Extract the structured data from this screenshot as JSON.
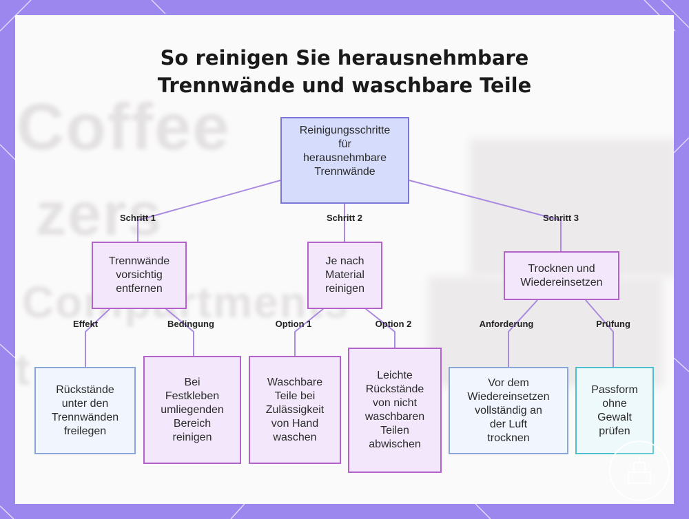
{
  "title_line1": "So reinigen Sie herausnehmbare",
  "title_line2": "Trennwände und waschbare Teile",
  "background_words": [
    "Coffee",
    "zers",
    "Compartments",
    "t"
  ],
  "colors": {
    "frame": "#9b87ee",
    "root_fill": "#d6dcfb",
    "root_border": "#7b76d8",
    "step_fill": "#f3e8fb",
    "step_border": "#b262c9",
    "edge": "#a98ae0",
    "leaf_cyan_border": "#4cc0cf",
    "leaf_blue_border": "#8aa6d6"
  },
  "root": {
    "label": "Reinigungsschritte\nfür\nherausnehmbare\nTrennwände"
  },
  "steps": [
    {
      "edge_label": "Schritt 1",
      "label": "Trennwände\nvorsichtig\nentfernen"
    },
    {
      "edge_label": "Schritt 2",
      "label": "Je nach\nMaterial\nreinigen"
    },
    {
      "edge_label": "Schritt 3",
      "label": "Trocknen und\nWiedereinsetzen"
    }
  ],
  "leaves": [
    {
      "edge_label": "Effekt",
      "label": "Rückstände\nunter den\nTrennwänden\nfreilegen"
    },
    {
      "edge_label": "Bedingung",
      "label": "Bei\nFestkleben\numliegenden\nBereich\nreinigen"
    },
    {
      "edge_label": "Option 1",
      "label": "Waschbare\nTeile bei\nZulässigkeit\nvon Hand\nwaschen"
    },
    {
      "edge_label": "Option 2",
      "label": "Leichte\nRückstände\nvon nicht\nwaschbaren\nTeilen\nabwischen"
    },
    {
      "edge_label": "Anforderung",
      "label": "Vor dem\nWiedereinsetzen\nvollständig an\nder Luft\ntrocknen"
    },
    {
      "edge_label": "Prüfung",
      "label": "Passform\nohne\nGewalt\nprüfen"
    }
  ]
}
